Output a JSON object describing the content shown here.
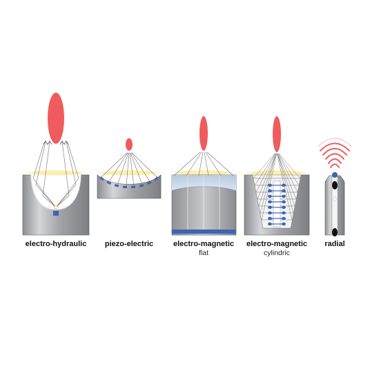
{
  "diagram": {
    "panels": [
      {
        "id": "electro-hydraulic",
        "label": "electro-hydraulic",
        "sublabel": ""
      },
      {
        "id": "piezo-electric",
        "label": "piezo-electric",
        "sublabel": ""
      },
      {
        "id": "electro-magnetic-flat",
        "label": "electro-magnetic",
        "sublabel": "flat"
      },
      {
        "id": "electro-magnetic-cylindric",
        "label": "electro-magnetic",
        "sublabel": "cylindric"
      },
      {
        "id": "radial",
        "label": "radial",
        "sublabel": ""
      }
    ]
  },
  "colors": {
    "focus_red": "#ef5b5e",
    "housing_gray": "#9fa1a4",
    "coupling_yellow": "#fbeeb0",
    "element_blue": "#3f63b5",
    "ray_line": "#6f6f6f",
    "outline": "#333333"
  }
}
